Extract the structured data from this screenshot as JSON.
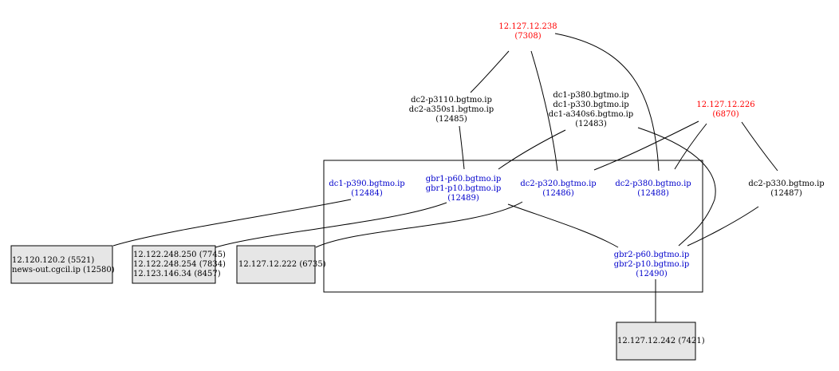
{
  "colors": {
    "highlight": "#ff0000",
    "cluster_member": "#0000cc",
    "normal": "#000000",
    "box_fill": "#e6e6e6"
  },
  "nodes": {
    "n7308": {
      "lines": [
        "12.127.12.238",
        "(7308)"
      ],
      "style": "red"
    },
    "n6870": {
      "lines": [
        "12.127.12.226",
        "(6870)"
      ],
      "style": "red"
    },
    "n12485": {
      "lines": [
        "dc2-p3110.bgtmo.ip",
        "dc2-a350s1.bgtmo.ip",
        "(12485)"
      ],
      "style": "black"
    },
    "n12483": {
      "lines": [
        "dc1-p380.bgtmo.ip",
        "dc1-p330.bgtmo.ip",
        "dc1-a340s6.bgtmo.ip",
        "(12483)"
      ],
      "style": "black"
    },
    "n12484": {
      "lines": [
        "dc1-p390.bgtmo.ip",
        "(12484)"
      ],
      "style": "blue"
    },
    "n12489": {
      "lines": [
        "gbr1-p60.bgtmo.ip",
        "gbr1-p10.bgtmo.ip",
        "(12489)"
      ],
      "style": "blue"
    },
    "n12486": {
      "lines": [
        "dc2-p320.bgtmo.ip",
        "(12486)"
      ],
      "style": "blue"
    },
    "n12488": {
      "lines": [
        "dc2-p380.bgtmo.ip",
        "(12488)"
      ],
      "style": "blue"
    },
    "n12487": {
      "lines": [
        "dc2-p330.bgtmo.ip",
        "(12487)"
      ],
      "style": "black"
    },
    "n12490": {
      "lines": [
        "gbr2-p60.bgtmo.ip",
        "gbr2-p10.bgtmo.ip",
        "(12490)"
      ],
      "style": "blue"
    }
  },
  "boxes": {
    "b5521": {
      "lines": [
        "12.120.120.2 (5521)",
        "news-out.cgcil.ip (12580)"
      ]
    },
    "b7745": {
      "lines": [
        "12.122.248.250 (7745)",
        "12.122.248.254 (7834)",
        "12.123.146.34 (8457)"
      ]
    },
    "b6735": {
      "lines": [
        "12.127.12.222 (6735)"
      ]
    },
    "b7421": {
      "lines": [
        "12.127.12.242 (7421)"
      ]
    }
  }
}
